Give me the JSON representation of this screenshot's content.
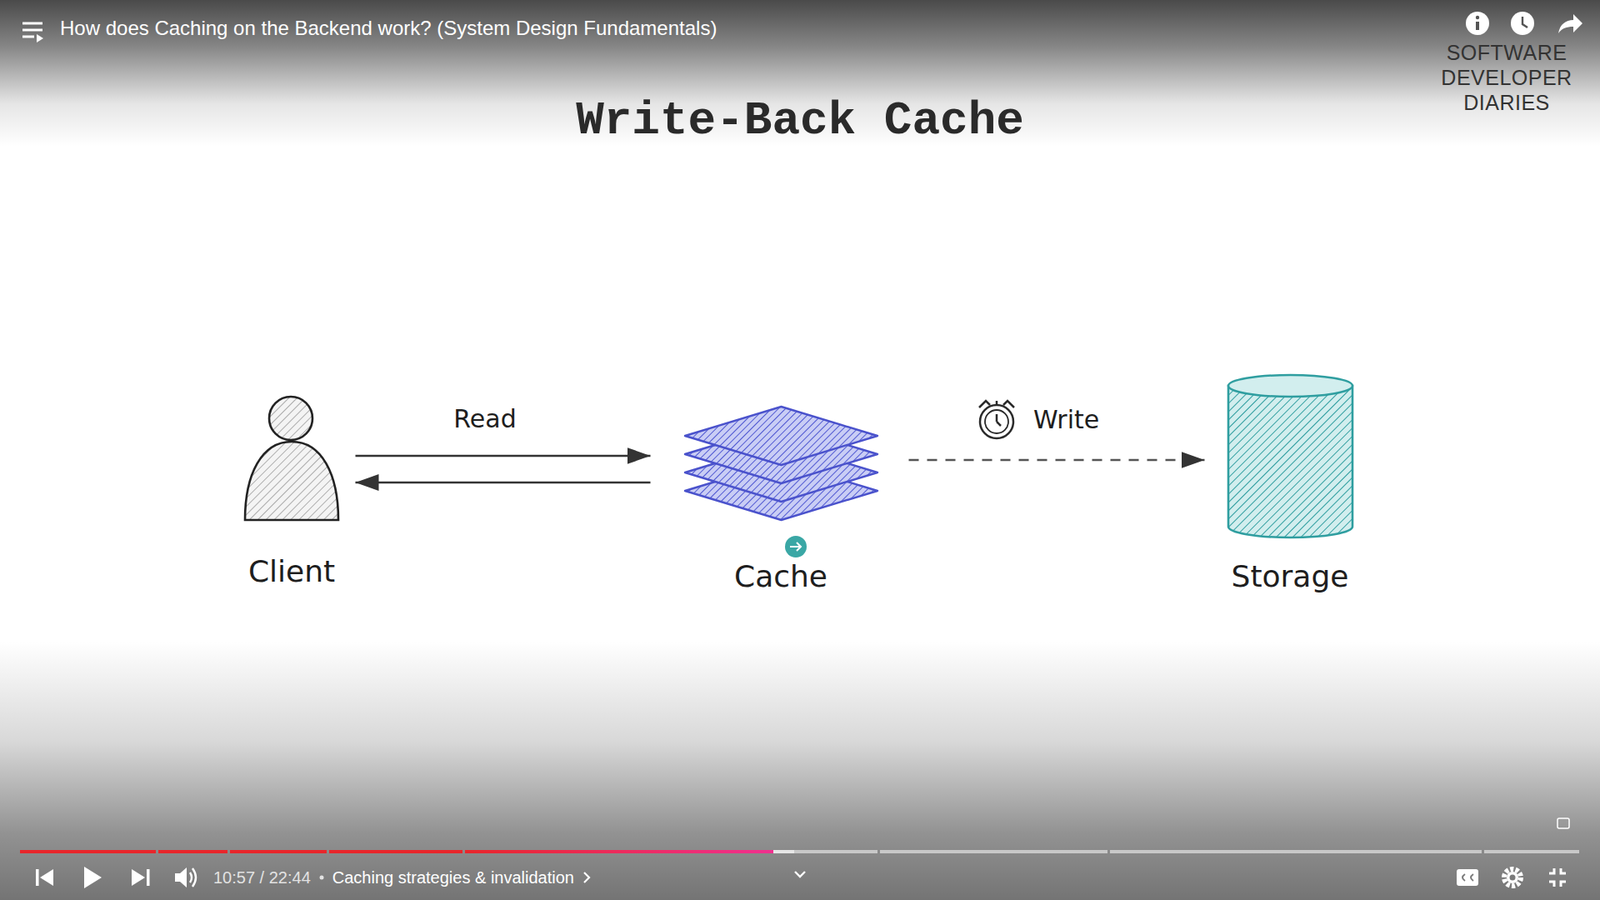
{
  "diagram": {
    "title": "Write-Back Cache",
    "nodes": [
      {
        "text": [
          "Client"
        ]
      },
      {
        "text": [
          "Cache"
        ]
      },
      {
        "text": [
          "Storage"
        ]
      }
    ],
    "edges": [
      {
        "from": 0,
        "to": 1,
        "label": "Read",
        "arrow": "to"
      },
      {
        "from": 1,
        "to": 0,
        "arrow": "to"
      },
      {
        "from": 1,
        "to": 2,
        "label": "Write",
        "arrow": "to"
      }
    ],
    "labels": [
      "How does Caching on the Backend work? (System Design Fundamentals)",
      "SOFTWARE DEVELOPER DIARIES",
      "10:57 / 22:44",
      "Caching strategies & invalidation"
    ]
  }
}
